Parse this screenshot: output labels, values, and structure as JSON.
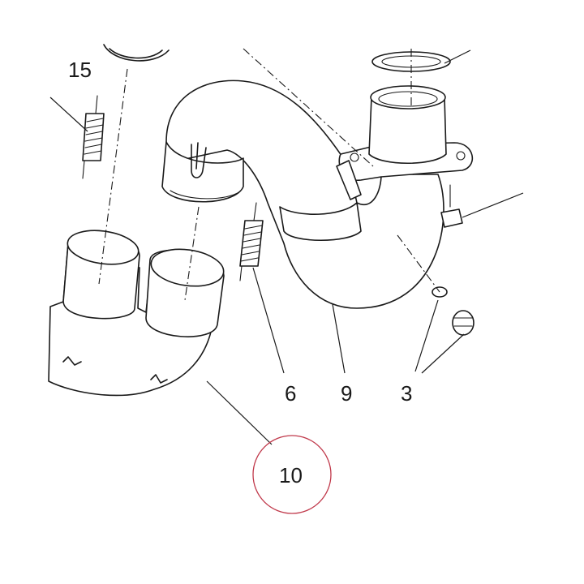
{
  "diagram": {
    "callouts": {
      "c15": "15",
      "c6": "6",
      "c9": "9",
      "c3": "3",
      "c10": "10"
    },
    "highlight_color": "#c0394b",
    "line_color": "#1a1a1a"
  }
}
